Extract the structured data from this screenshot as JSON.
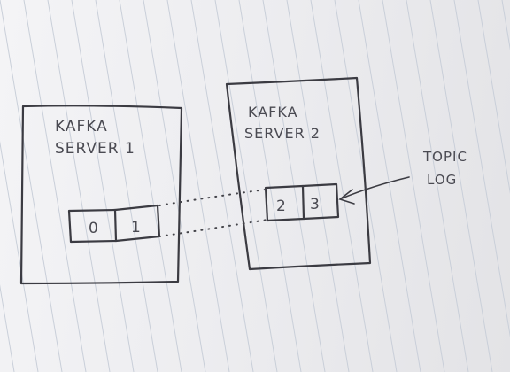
{
  "diagram": {
    "brokers": [
      {
        "line1": "KAFKA",
        "line2": "SERVER 1"
      },
      {
        "line1": "KAFKA",
        "line2": "SERVER 2"
      }
    ],
    "partitions_server1": [
      "0",
      "1"
    ],
    "partitions_server2": [
      "2",
      "3"
    ],
    "annotation": {
      "line1": "TOPIC",
      "line2": "LOG"
    }
  },
  "colors": {
    "ink": "#3b3b42",
    "paper": "#efeff2",
    "rule_lines": "#c9cfd9"
  }
}
